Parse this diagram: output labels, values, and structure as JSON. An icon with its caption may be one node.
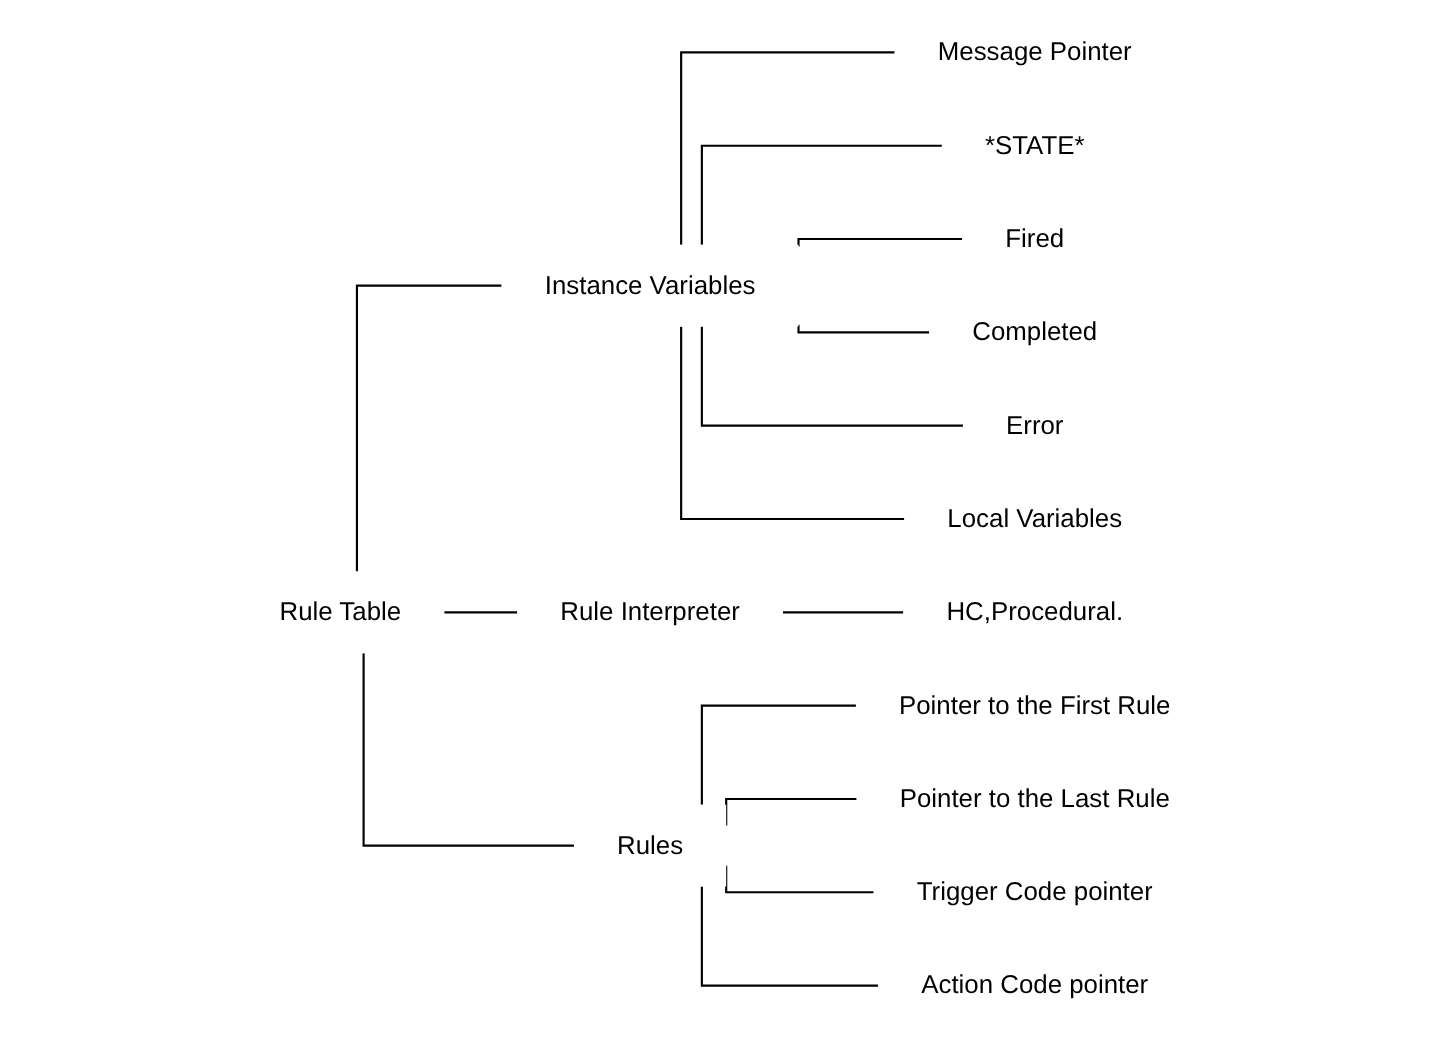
{
  "diagram": {
    "nodes": [
      {
        "text": [
          "Rule Table"
        ]
      },
      {
        "text": [
          "Instance Variables"
        ]
      },
      {
        "text": [
          "Message Pointer"
        ]
      },
      {
        "text": [
          "*STATE*"
        ]
      },
      {
        "text": [
          "Fired"
        ]
      },
      {
        "text": [
          "Completed"
        ]
      },
      {
        "text": [
          "Error"
        ]
      },
      {
        "text": [
          "Local Variables"
        ]
      },
      {
        "text": [
          "Rule Interpreter"
        ]
      },
      {
        "text": [
          "HC,Procedural."
        ]
      },
      {
        "text": [
          "Rules"
        ]
      },
      {
        "text": [
          "Pointer to the First Rule"
        ]
      },
      {
        "text": [
          "Pointer to the Last Rule"
        ]
      },
      {
        "text": [
          "Trigger Code pointer"
        ]
      },
      {
        "text": [
          "Action Code pointer"
        ]
      }
    ],
    "edges": [
      {
        "from": 0,
        "to": 1,
        "arrow": "none"
      },
      {
        "from": 1,
        "to": 2,
        "arrow": "none"
      },
      {
        "from": 1,
        "to": 3,
        "arrow": "none"
      },
      {
        "from": 1,
        "to": 4,
        "arrow": "none"
      },
      {
        "from": 1,
        "to": 5,
        "arrow": "none"
      },
      {
        "from": 1,
        "to": 6,
        "arrow": "none"
      },
      {
        "from": 1,
        "to": 7,
        "arrow": "none"
      },
      {
        "from": 0,
        "to": 8,
        "arrow": "none"
      },
      {
        "from": 8,
        "to": 9,
        "arrow": "none"
      },
      {
        "from": 0,
        "to": 10,
        "arrow": "none"
      },
      {
        "from": 10,
        "to": 11,
        "arrow": "none"
      },
      {
        "from": 10,
        "to": 12,
        "arrow": "none"
      },
      {
        "from": 10,
        "to": 13,
        "arrow": "none"
      },
      {
        "from": 10,
        "to": 14,
        "arrow": "none"
      }
    ]
  }
}
